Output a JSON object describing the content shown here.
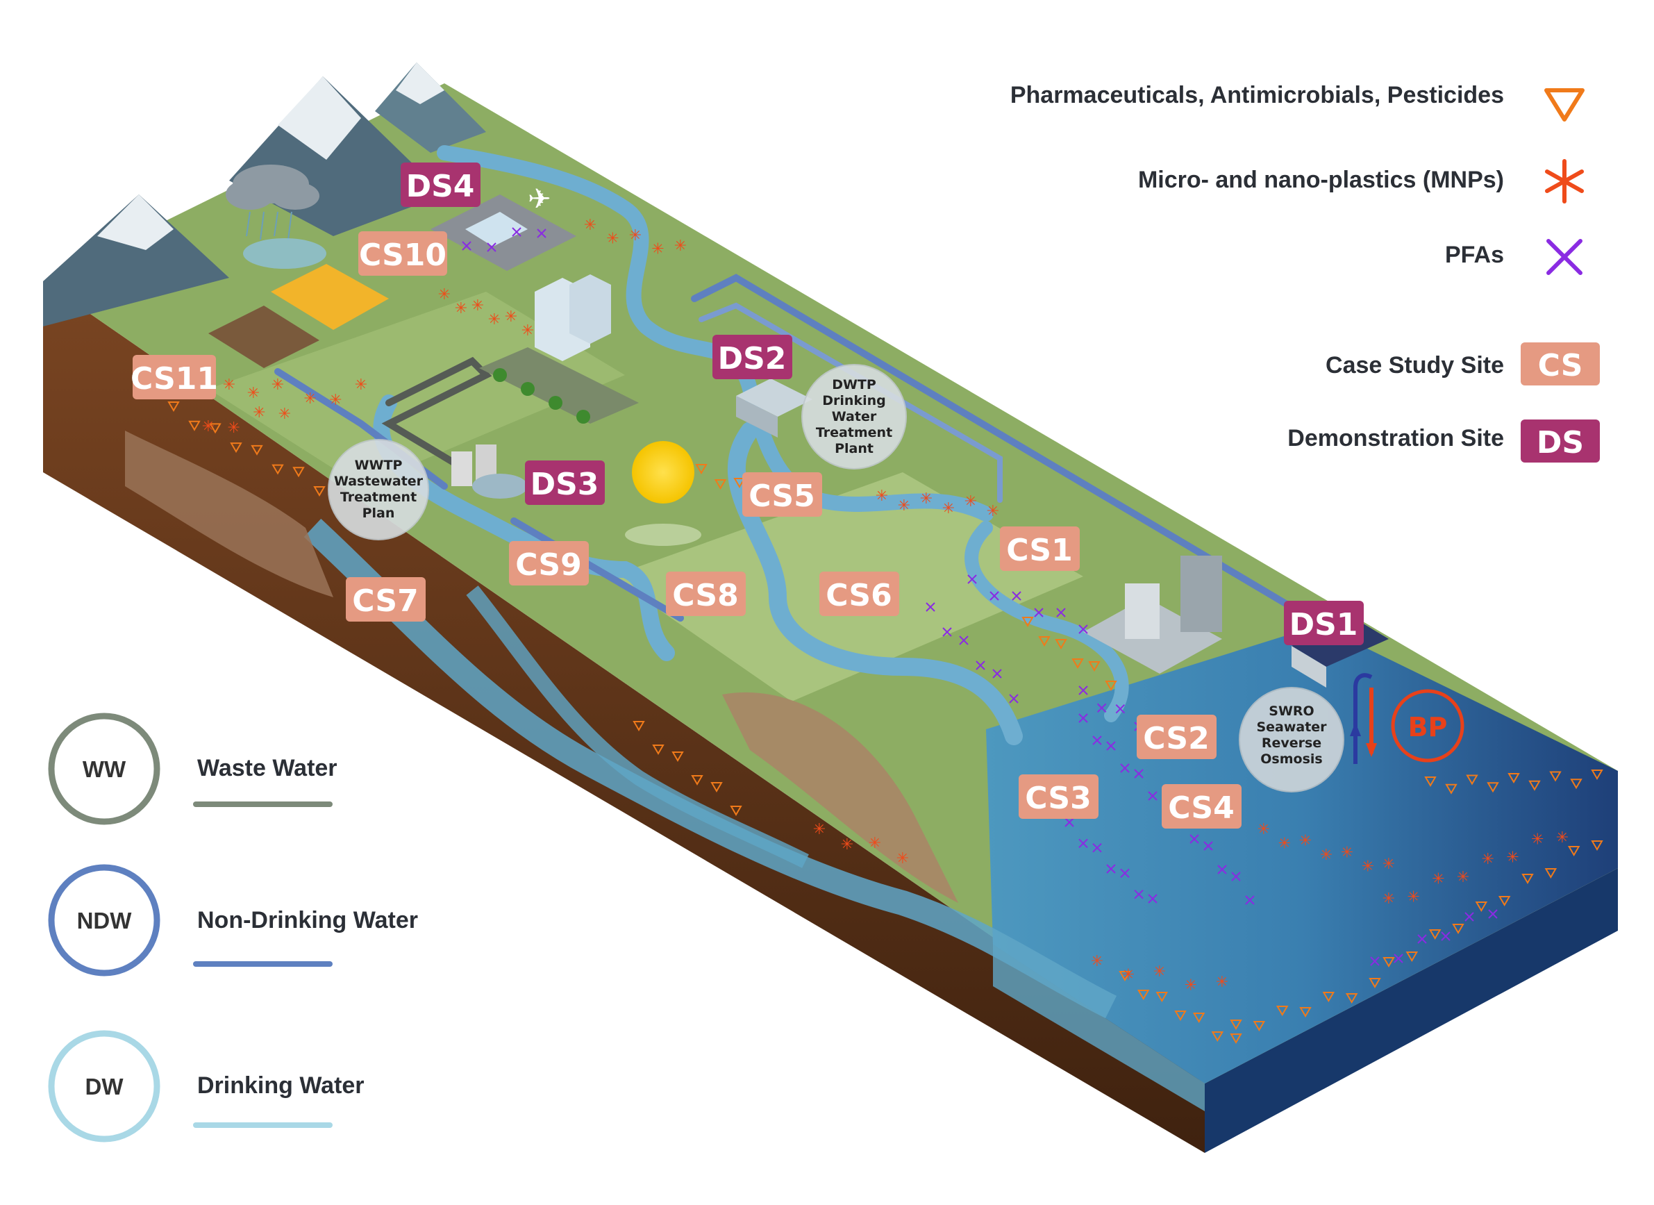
{
  "legend": {
    "pollutants": [
      {
        "label": "Pharmaceuticals, Antimicrobials, Pesticides",
        "icon": "triangle-down-icon",
        "color": "#f07a1a"
      },
      {
        "label": "Micro- and nano-plastics (MNPs)",
        "icon": "asterisk-icon",
        "color": "#ef4b1a"
      },
      {
        "label": "PFAs",
        "icon": "cross-icon",
        "color": "#8a2be2"
      }
    ],
    "sites": [
      {
        "label": "Case Study Site",
        "badge": "CS",
        "color": "#e59a82"
      },
      {
        "label": "Demonstration Site",
        "badge": "DS",
        "color": "#a8336f"
      }
    ],
    "water_types": [
      {
        "abbr": "WW",
        "label": "Waste Water",
        "color": "#7d8a7a"
      },
      {
        "abbr": "NDW",
        "label": "Non-Drinking Water",
        "color": "#5e80c0"
      },
      {
        "abbr": "DW",
        "label": "Drinking Water",
        "color": "#a9d8e6"
      }
    ]
  },
  "facilities": {
    "wwtp": [
      "WWTP",
      "Wastewater",
      "Treatment",
      "Plan"
    ],
    "dwtp": [
      "DWTP",
      "Drinking",
      "Water",
      "Treatment",
      "Plant"
    ],
    "swro": [
      "SWRO",
      "Seawater",
      "Reverse",
      "Osmosis"
    ],
    "bp": "BP"
  },
  "case_sites": [
    "CS1",
    "CS2",
    "CS3",
    "CS4",
    "CS5",
    "CS6",
    "CS7",
    "CS8",
    "CS9",
    "CS10",
    "CS11"
  ],
  "demo_sites": [
    "DS1",
    "DS2",
    "DS3",
    "DS4"
  ],
  "colors": {
    "grass": "#8dad63",
    "grass_light": "#a9c47e",
    "river": "#6eaed0",
    "sea": "#2f6fa0",
    "soil": "#6b3c1e",
    "soil_dark": "#4a2812",
    "mountain": "#506b7c",
    "snow": "#e8eef2",
    "pipe_ndw": "#5e80c0",
    "pipe_ww": "#555b55"
  }
}
